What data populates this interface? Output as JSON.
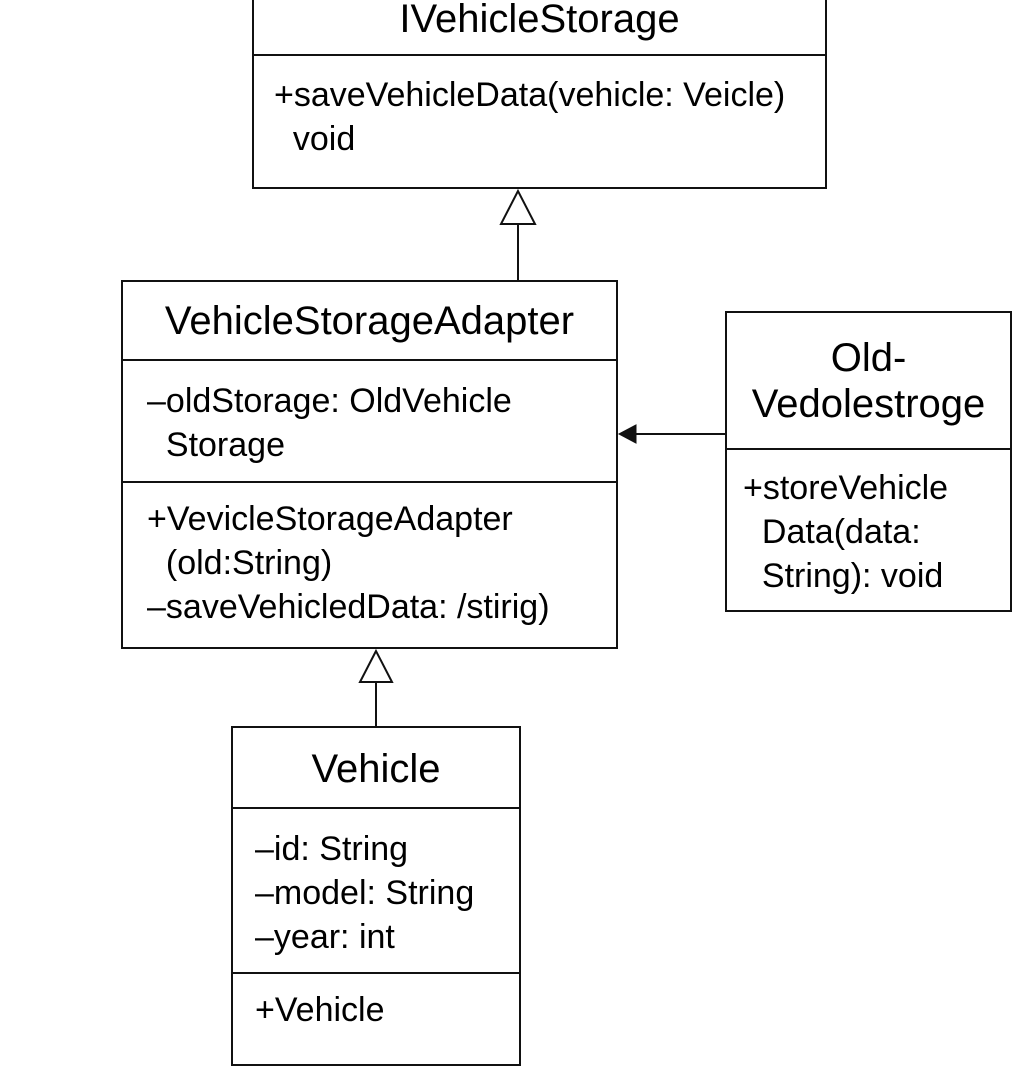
{
  "diagram": {
    "interface": {
      "name": "IVehicleStorage",
      "operations": [
        "+saveVehicleData(vehicle: Veicle)",
        "  void"
      ]
    },
    "adapter": {
      "name": "VehicleStorageAdapter",
      "attributes": [
        "–oldStorage: OldVehicle",
        "  Storage"
      ],
      "operations": [
        "+VevicleStorageAdapter",
        "  (old:String)",
        "–saveVehicledData: /stirig)"
      ]
    },
    "old_storage": {
      "name_lines": [
        "Old-",
        "Vedolestroge"
      ],
      "operations": [
        "+storeVehicle",
        "  Data(data:",
        "  String): void"
      ]
    },
    "vehicle": {
      "name": "Vehicle",
      "attributes": [
        "–id: String",
        "–model: String",
        "–year: int"
      ],
      "operations": [
        "+Vehicle"
      ]
    },
    "relations": [
      {
        "from": "adapter",
        "to": "interface",
        "type": "realization"
      },
      {
        "from": "vehicle",
        "to": "adapter",
        "type": "realization"
      },
      {
        "from": "old_storage",
        "to": "adapter",
        "type": "association"
      }
    ]
  }
}
